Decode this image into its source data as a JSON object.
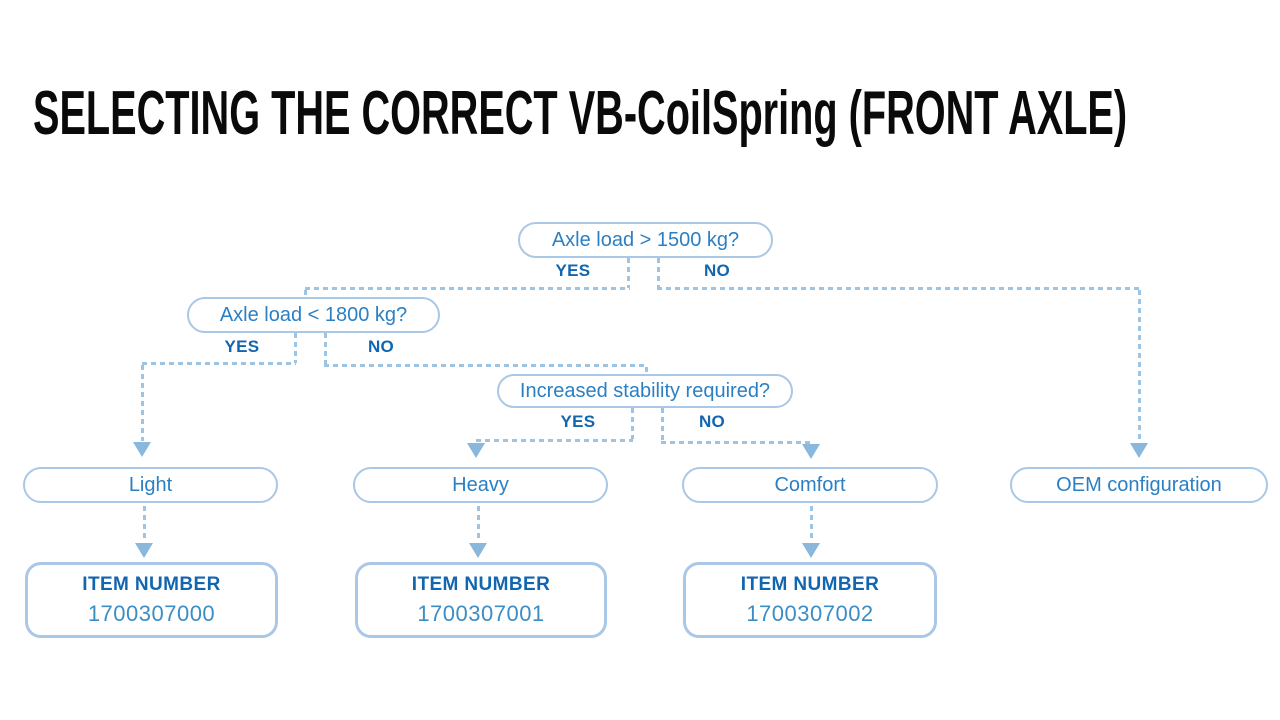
{
  "title": "SELECTING THE CORRECT VB-CoilSpring (FRONT AXLE)",
  "colors": {
    "node_border": "#a9c7e6",
    "node_text": "#2b7fc3",
    "label_text": "#1266b0",
    "dash": "#9dc4e2",
    "arrow": "#8ab7dc",
    "number_text": "#3b8dc6",
    "title_text": "#0a0a0a",
    "bg": "#ffffff"
  },
  "flowchart": {
    "decisions": [
      {
        "question": "Axle load > 1500 kg?",
        "yes_label": "YES",
        "no_label": "NO"
      },
      {
        "question": "Axle load < 1800 kg?",
        "yes_label": "YES",
        "no_label": "NO"
      },
      {
        "question": "Increased stability required?",
        "yes_label": "YES",
        "no_label": "NO"
      }
    ],
    "outcomes": [
      {
        "label": "Light"
      },
      {
        "label": "Heavy"
      },
      {
        "label": "Comfort"
      },
      {
        "label": "OEM configuration"
      }
    ],
    "item_boxes": [
      {
        "heading": "ITEM NUMBER",
        "number": "1700307000"
      },
      {
        "heading": "ITEM NUMBER",
        "number": "1700307001"
      },
      {
        "heading": "ITEM NUMBER",
        "number": "1700307002"
      }
    ],
    "edges": [
      {
        "from": "Axle load > 1500 kg?",
        "answer": "YES",
        "to": "Axle load < 1800 kg?"
      },
      {
        "from": "Axle load > 1500 kg?",
        "answer": "NO",
        "to": "OEM configuration"
      },
      {
        "from": "Axle load < 1800 kg?",
        "answer": "YES",
        "to": "Light"
      },
      {
        "from": "Axle load < 1800 kg?",
        "answer": "NO",
        "to": "Increased stability required?"
      },
      {
        "from": "Increased stability required?",
        "answer": "YES",
        "to": "Heavy"
      },
      {
        "from": "Increased stability required?",
        "answer": "NO",
        "to": "Comfort"
      },
      {
        "from": "Light",
        "to": "1700307000"
      },
      {
        "from": "Heavy",
        "to": "1700307001"
      },
      {
        "from": "Comfort",
        "to": "1700307002"
      }
    ]
  }
}
